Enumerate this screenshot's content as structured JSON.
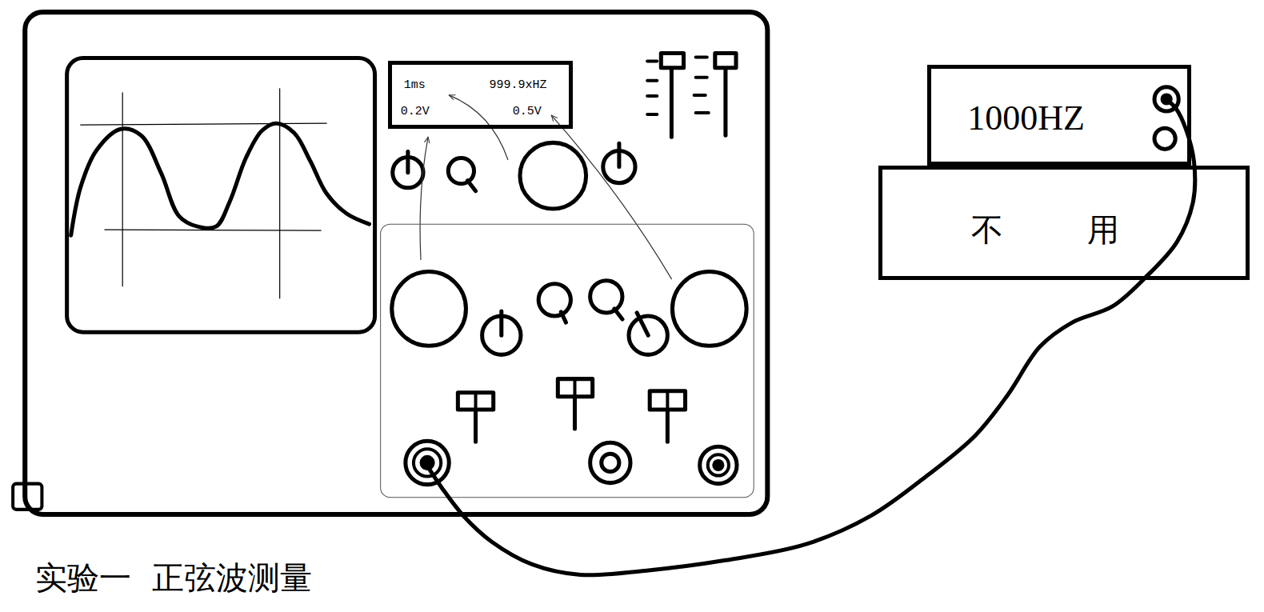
{
  "diagram": {
    "caption": "实验一  正弦波测量",
    "nodes": [
      {
        "text": [
          "1ms",
          "999.9xHZ",
          "0.2V",
          "0.5V"
        ]
      },
      {
        "text": [
          "1000HZ"
        ]
      },
      {
        "text": [
          "不 用"
        ]
      }
    ]
  }
}
